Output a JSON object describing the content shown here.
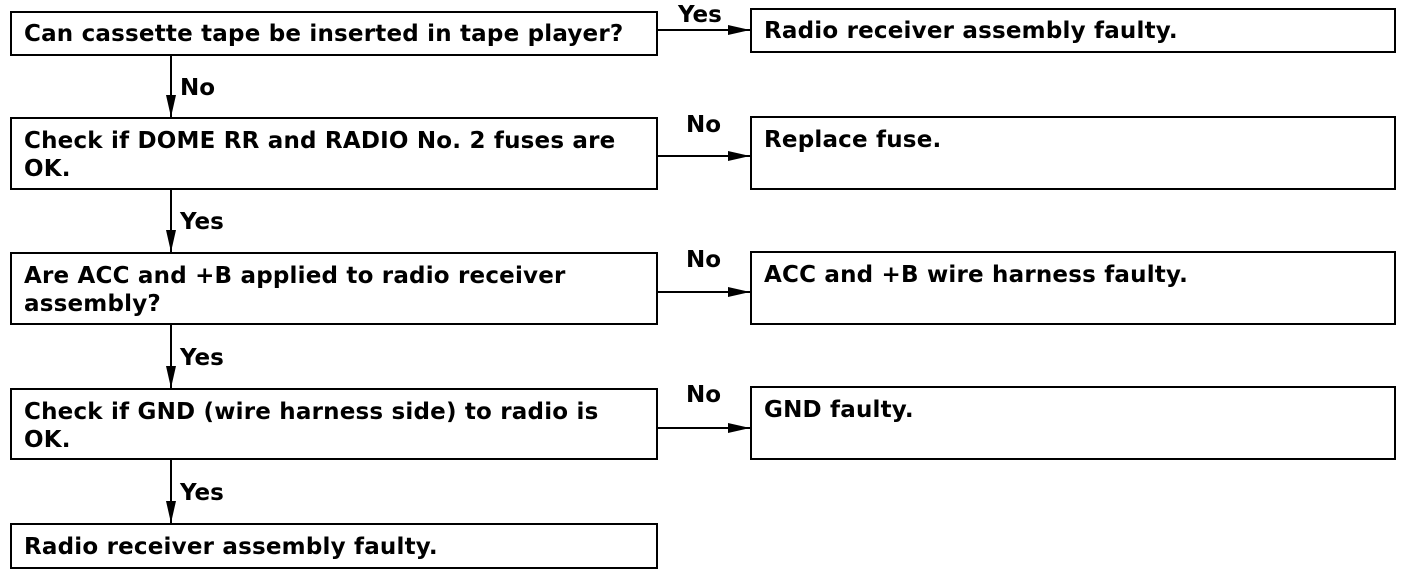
{
  "steps": [
    {
      "question": "Can cassette tape be inserted in tape player?",
      "branch_label": "Yes",
      "result": "Radio receiver assembly faulty.",
      "next_label": "No"
    },
    {
      "question": "Check if DOME RR and RADIO No. 2 fuses are OK.",
      "branch_label": "No",
      "result": "Replace fuse.",
      "next_label": "Yes"
    },
    {
      "question": "Are ACC and +B applied to radio receiver assembly?",
      "branch_label": "No",
      "result": "ACC and +B wire harness faulty.",
      "next_label": "Yes"
    },
    {
      "question": "Check if GND (wire harness side) to radio is OK.",
      "branch_label": "No",
      "result": "GND faulty.",
      "next_label": "Yes"
    }
  ],
  "final": "Radio receiver assembly faulty."
}
